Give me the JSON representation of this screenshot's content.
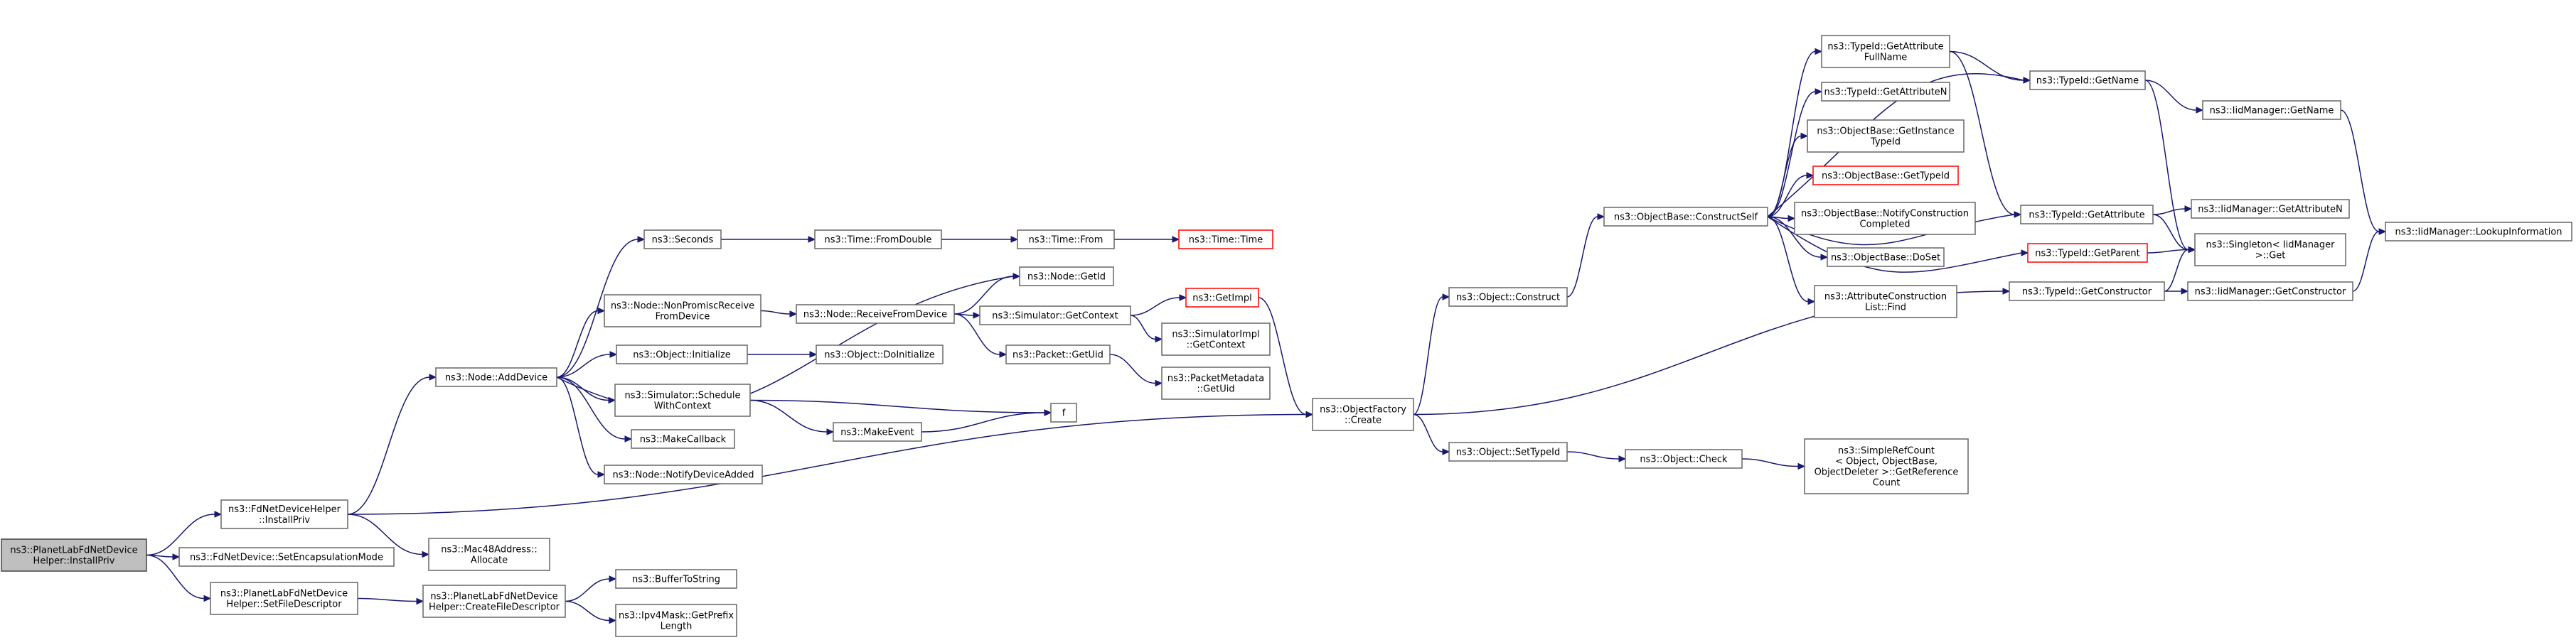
{
  "colors": {
    "edge": "#191970",
    "node_border": "#666666",
    "node_border_undocumented": "#ff0000",
    "root_fill": "#bfbfbf"
  },
  "nodes": {
    "n_root": {
      "lines": [
        "ns3::PlanetLabFdNetDevice",
        "Helper::InstallPriv"
      ]
    },
    "n_fdinstall": {
      "lines": [
        "ns3::FdNetDeviceHelper",
        "::InstallPriv"
      ]
    },
    "n_setencap": {
      "lines": [
        "ns3::FdNetDevice::SetEncapsulationMode"
      ]
    },
    "n_setfiledesc": {
      "lines": [
        "ns3::PlanetLabFdNetDevice",
        "Helper::SetFileDescriptor"
      ]
    },
    "n_adddevice": {
      "lines": [
        "ns3::Node::AddDevice"
      ]
    },
    "n_mac48": {
      "lines": [
        "ns3::Mac48Address::",
        "Allocate"
      ]
    },
    "n_createfd": {
      "lines": [
        "ns3::PlanetLabFdNetDevice",
        "Helper::CreateFileDescriptor"
      ]
    },
    "n_buffertostring": {
      "lines": [
        "ns3::BufferToString"
      ]
    },
    "n_ipv4mask": {
      "lines": [
        "ns3::Ipv4Mask::GetPrefix",
        "Length"
      ]
    },
    "n_seconds": {
      "lines": [
        "ns3::Seconds"
      ]
    },
    "n_nonpromisc": {
      "lines": [
        "ns3::Node::NonPromiscReceive",
        "FromDevice"
      ]
    },
    "n_objinit": {
      "lines": [
        "ns3::Object::Initialize"
      ]
    },
    "n_schedulectx": {
      "lines": [
        "ns3::Simulator::Schedule",
        "WithContext"
      ]
    },
    "n_makecallback": {
      "lines": [
        "ns3::MakeCallback"
      ]
    },
    "n_notifyadded": {
      "lines": [
        "ns3::Node::NotifyDeviceAdded"
      ]
    },
    "n_fromdouble": {
      "lines": [
        "ns3::Time::FromDouble"
      ]
    },
    "n_receivefrom": {
      "lines": [
        "ns3::Node::ReceiveFromDevice"
      ]
    },
    "n_doinit": {
      "lines": [
        "ns3::Object::DoInitialize"
      ]
    },
    "n_makeevent": {
      "lines": [
        "ns3::MakeEvent"
      ]
    },
    "n_timefrom": {
      "lines": [
        "ns3::Time::From"
      ]
    },
    "n_getid": {
      "lines": [
        "ns3::Node::GetId"
      ]
    },
    "n_simgetctx": {
      "lines": [
        "ns3::Simulator::GetContext"
      ]
    },
    "n_packetuid": {
      "lines": [
        "ns3::Packet::GetUid"
      ]
    },
    "n_f": {
      "lines": [
        "f"
      ]
    },
    "n_time": {
      "lines": [
        "ns3::Time::Time"
      ]
    },
    "n_getimpl": {
      "lines": [
        "ns3::GetImpl"
      ]
    },
    "n_simimplctx": {
      "lines": [
        "ns3::SimulatorImpl",
        "::GetContext"
      ]
    },
    "n_pktmetauid": {
      "lines": [
        "ns3::PacketMetadata",
        "::GetUid"
      ]
    },
    "n_factorycreate": {
      "lines": [
        "ns3::ObjectFactory",
        "::Create"
      ]
    },
    "n_construct": {
      "lines": [
        "ns3::Object::Construct"
      ]
    },
    "n_settypeid": {
      "lines": [
        "ns3::Object::SetTypeId"
      ]
    },
    "n_constructself": {
      "lines": [
        "ns3::ObjectBase::ConstructSelf"
      ]
    },
    "n_check": {
      "lines": [
        "ns3::Object::Check"
      ]
    },
    "n_attrfullname": {
      "lines": [
        "ns3::TypeId::GetAttribute",
        "FullName"
      ]
    },
    "n_attrn": {
      "lines": [
        "ns3::TypeId::GetAttributeN"
      ]
    },
    "n_getinst": {
      "lines": [
        "ns3::ObjectBase::GetInstance",
        "TypeId"
      ]
    },
    "n_objgettid": {
      "lines": [
        "ns3::ObjectBase::GetTypeId"
      ]
    },
    "n_notifyconst": {
      "lines": [
        "ns3::ObjectBase::NotifyConstruction",
        "Completed"
      ]
    },
    "n_doset": {
      "lines": [
        "ns3::ObjectBase::DoSet"
      ]
    },
    "n_attrlist": {
      "lines": [
        "ns3::AttributeConstruction",
        "List::Find"
      ]
    },
    "n_refcount": {
      "lines": [
        "ns3::SimpleRefCount",
        "< Object, ObjectBase,",
        "ObjectDeleter >::GetReference",
        "Count"
      ]
    },
    "n_getname": {
      "lines": [
        "ns3::TypeId::GetName"
      ]
    },
    "n_getattribute": {
      "lines": [
        "ns3::TypeId::GetAttribute"
      ]
    },
    "n_getparent": {
      "lines": [
        "ns3::TypeId::GetParent"
      ]
    },
    "n_getconstructor": {
      "lines": [
        "ns3::TypeId::GetConstructor"
      ]
    },
    "n_iidgetname": {
      "lines": [
        "ns3::IidManager::GetName"
      ]
    },
    "n_iidgetattrn": {
      "lines": [
        "ns3::IidManager::GetAttributeN"
      ]
    },
    "n_singleton": {
      "lines": [
        "ns3::Singleton< IidManager",
        ">::Get"
      ]
    },
    "n_iidgetctor": {
      "lines": [
        "ns3::IidManager::GetConstructor"
      ]
    },
    "n_lookup": {
      "lines": [
        "ns3::IidManager::LookupInformation"
      ]
    }
  }
}
